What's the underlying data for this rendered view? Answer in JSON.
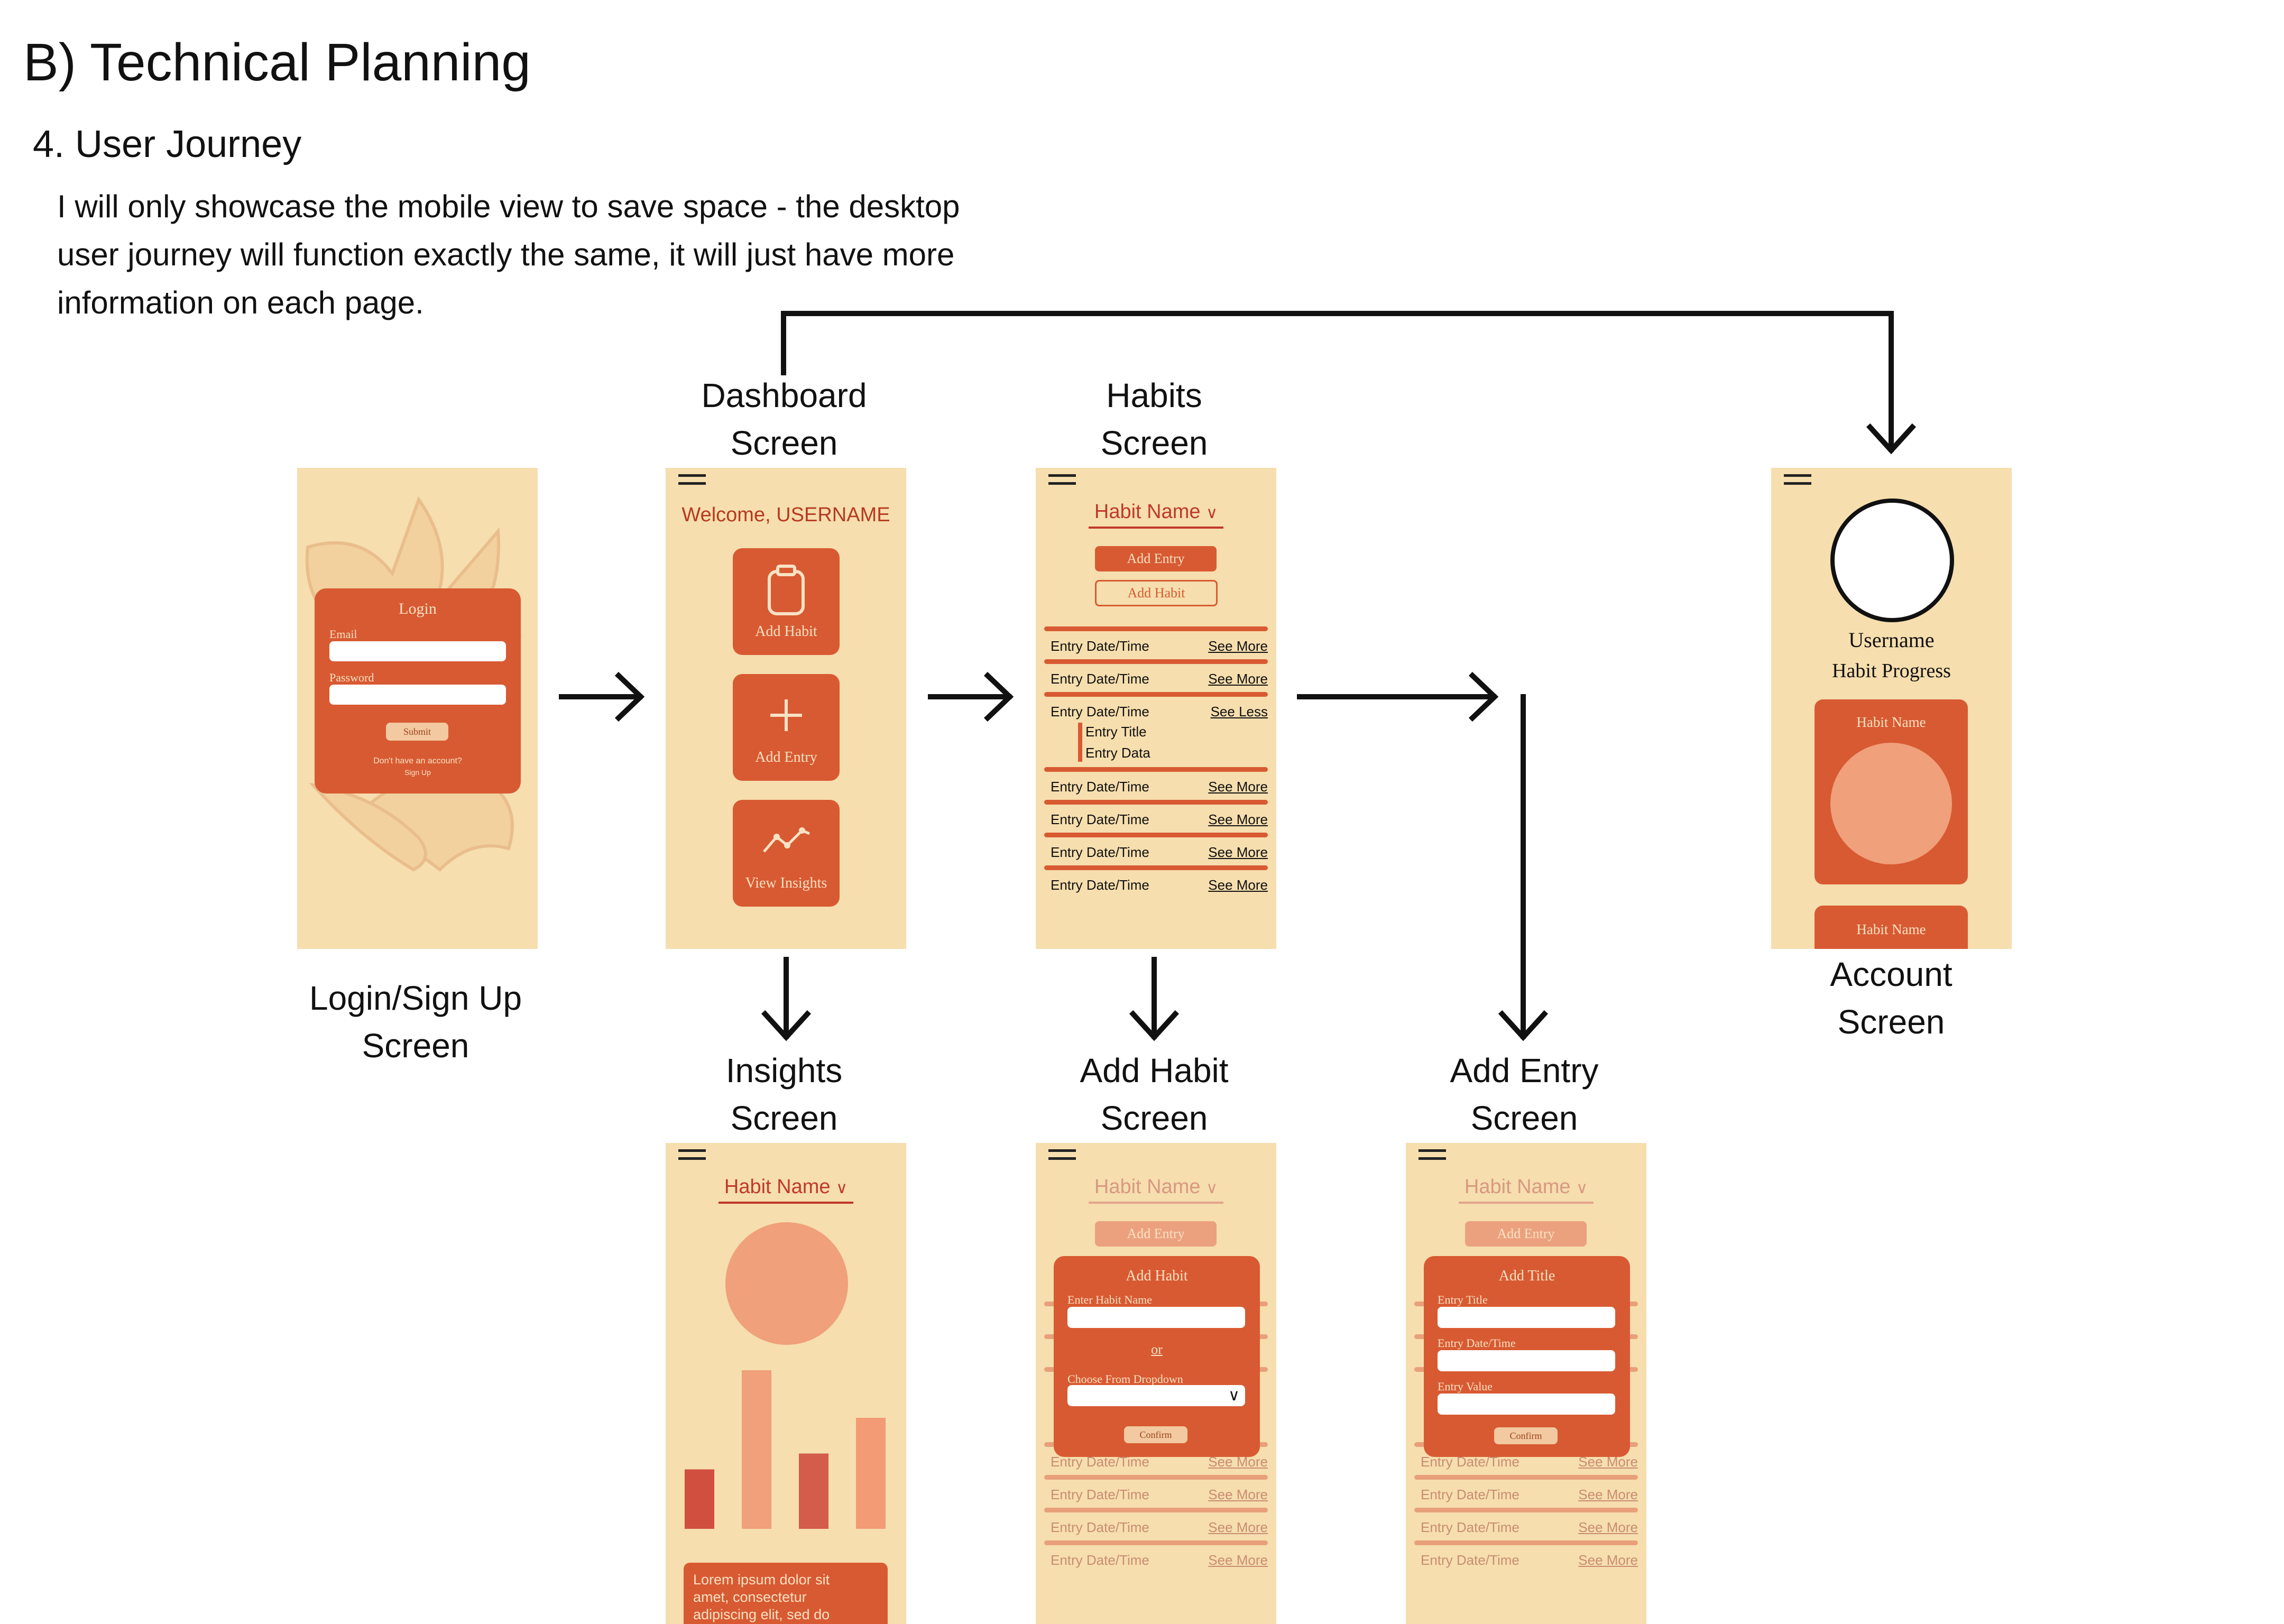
{
  "header": {
    "section_title": "B) Technical Planning",
    "subsection_title": "4. User Journey",
    "intro_lines": [
      "I will only showcase the mobile view to save space - the desktop",
      "user journey will function exactly the same, it will just have more",
      "information on each page."
    ]
  },
  "captions": {
    "dashboard": [
      "Dashboard",
      "Screen"
    ],
    "habits": [
      "Habits",
      "Screen"
    ],
    "login": [
      "Login/Sign Up",
      "Screen"
    ],
    "account": [
      "Account",
      "Screen"
    ],
    "insights": [
      "Insights",
      "Screen"
    ],
    "add_habit": [
      "Add Habit",
      "Screen"
    ],
    "add_entry": [
      "Add Entry",
      "Screen"
    ]
  },
  "login_screen": {
    "title": "Login",
    "email_label": "Email",
    "password_label": "Password",
    "submit": "Submit",
    "no_account": "Don't have an account?",
    "sign_up": "Sign Up"
  },
  "dashboard_screen": {
    "welcome": "Welcome, USERNAME",
    "tiles": [
      "Add Habit",
      "Add Entry",
      "View Insights"
    ]
  },
  "habits_screen": {
    "habit_dropdown": "Habit Name",
    "add_entry": "Add Entry",
    "add_habit": "Add Habit",
    "entry_label": "Entry Date/Time",
    "see_more": "See More",
    "see_less": "See Less",
    "expanded_title": "Entry Title",
    "expanded_data": "Entry Data"
  },
  "account_screen": {
    "username": "Username",
    "habit_progress": "Habit Progress",
    "card_label": "Habit Name"
  },
  "insights_screen": {
    "habit_dropdown": "Habit Name",
    "chart_bar_values": [
      3,
      8,
      3.8,
      5.6
    ],
    "lorem_lines": [
      "Lorem ipsum dolor sit",
      "amet, consectetur",
      "adipiscing elit, sed do"
    ]
  },
  "add_habit_screen": {
    "habit_dropdown": "Habit Name",
    "add_entry": "Add Entry",
    "modal_title": "Add Habit",
    "name_label": "Enter Habit Name",
    "or": "or",
    "dropdown_label": "Choose From Dropdown",
    "confirm": "Confirm",
    "entry_label": "Entry Date/Time",
    "see_more": "See More"
  },
  "add_entry_screen": {
    "habit_dropdown": "Habit Name",
    "add_entry": "Add Entry",
    "modal_title": "Add Title",
    "title_label": "Entry Title",
    "date_label": "Entry Date/Time",
    "value_label": "Entry Value",
    "confirm": "Confirm",
    "entry_label": "Entry Date/Time",
    "see_more": "See More"
  },
  "colors": {
    "screen_bg": "#f6deae",
    "accent": "#d85a32",
    "light_accent": "#f0a07a",
    "dark_red": "#c0392b"
  }
}
